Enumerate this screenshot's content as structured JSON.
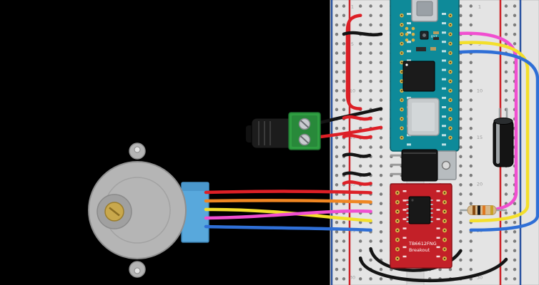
{
  "canvas": {
    "bg": "#000000"
  },
  "breadboard": {
    "board_color": "#e4e4e4",
    "channel_color": "#d7d7d7",
    "hole_color": "#7d7d7d",
    "rail_positive_color": "#cc2127",
    "rail_negative_color": "#2b53a0",
    "row_labels": [
      "1",
      "5",
      "10",
      "15",
      "20",
      "25",
      "30"
    ]
  },
  "arduino_nano": {
    "board_color": "#0e8a99",
    "edge_color": "#0a5f6b",
    "module_color": "#1b1b1b",
    "shield_color": "#c6cacc",
    "usb_color": "#c9ccd0",
    "pad_color": "#d9b24a",
    "rst_label": "RST"
  },
  "motor_driver": {
    "board_color": "#c32028",
    "edge_color": "#8f1219",
    "ic_color": "#181818",
    "pad_color": "#d9b24a",
    "label_line1": "TB6612FNG",
    "label_line2": "Breakout"
  },
  "voltage_regulator": {
    "body_color": "#161616",
    "tab_color": "#b7bcbf",
    "leg_color": "#9a9a9a"
  },
  "capacitor": {
    "body_color": "#141414",
    "stripe_color": "#b9bec2",
    "leg_color": "#9aa0a0"
  },
  "resistor": {
    "body_color": "#d8b98a",
    "lead_color": "#9aa0a0",
    "band_colors": [
      "#8a4b12",
      "#1a1a1a",
      "#e07820",
      "#c9a227"
    ]
  },
  "power_plug": {
    "plug_color": "#1c1c1c",
    "terminal_color": "#2f9e41",
    "terminal_inner": "#28893a",
    "screw_color": "#c9ccd0"
  },
  "stepper_motor": {
    "body_color": "#b5b5b5",
    "body_edge": "#8f8f8f",
    "hub_color": "#a0a0a0",
    "shaft_color": "#c9a84c",
    "connector_color": "#58a8dc",
    "connector_top": "#4a97cc"
  },
  "wires": {
    "motor_red": {
      "color": "#dd1f26"
    },
    "motor_orange": {
      "color": "#ef8622"
    },
    "motor_yellow": {
      "color": "#f3df2b"
    },
    "motor_pink": {
      "color": "#f04fd0"
    },
    "motor_blue": {
      "color": "#2f6fd6"
    },
    "supply_red": {
      "color": "#dd1f26"
    },
    "supply_black": {
      "color": "#141414"
    },
    "rail_red_long": {
      "color": "#dd1f26"
    },
    "jumper_red_1": {
      "color": "#dd1f26"
    },
    "jumper_red_2": {
      "color": "#dd1f26"
    },
    "jumper_red_3": {
      "color": "#dd1f26"
    },
    "jumper_black_top": {
      "color": "#141414"
    },
    "jumper_black_1": {
      "color": "#141414"
    },
    "jumper_black_2": {
      "color": "#141414"
    },
    "ground_black_1": {
      "color": "#141414"
    },
    "ground_black_2": {
      "color": "#141414"
    },
    "signal_magenta": {
      "color": "#f04fd0"
    },
    "signal_yellow": {
      "color": "#f3df2b"
    },
    "signal_blue": {
      "color": "#2f6fd6"
    }
  }
}
